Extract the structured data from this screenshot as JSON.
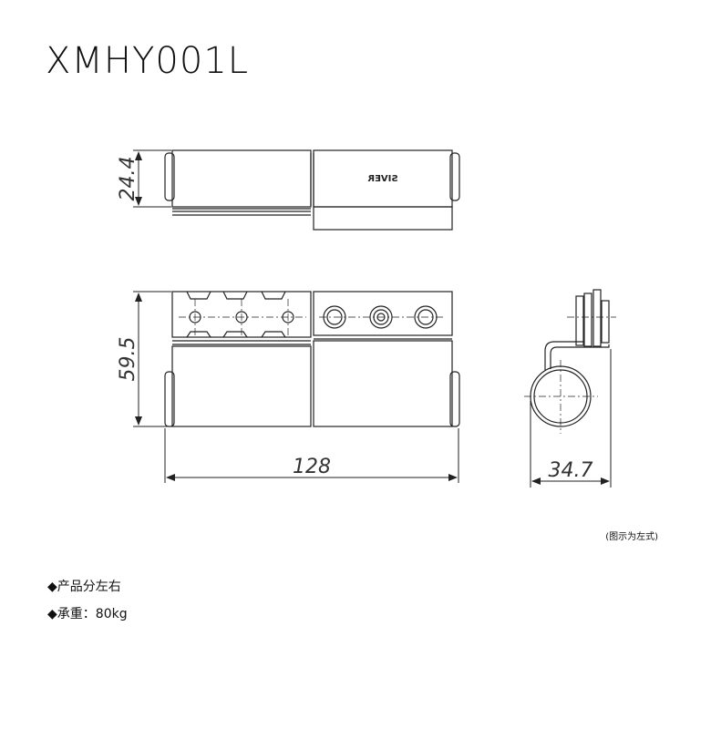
{
  "title": "XMHY001L",
  "brand_mark": "SIVER",
  "dimensions": {
    "thickness": "24.4",
    "height": "59.5",
    "length": "128",
    "depth": "34.7"
  },
  "note": "(图示为左式)",
  "specs": [
    {
      "bullet": "◆",
      "text": "产品分左右"
    },
    {
      "bullet": "◆",
      "text": "承重：80kg"
    }
  ]
}
